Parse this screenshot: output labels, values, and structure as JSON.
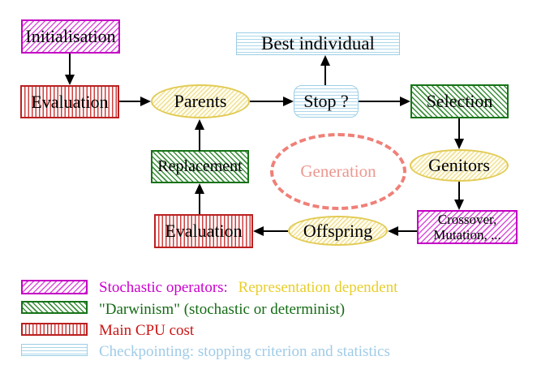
{
  "diagram": {
    "nodes": {
      "initialisation": {
        "label": "Initialisation"
      },
      "evaluation_top": {
        "label": "Evaluation"
      },
      "parents": {
        "label": "Parents"
      },
      "stop": {
        "label": "Stop ?"
      },
      "best_individual": {
        "label": "Best individual"
      },
      "selection": {
        "label": "Selection"
      },
      "genitors": {
        "label": "Genitors"
      },
      "crossover_mutation": {
        "line1": "Crossover,",
        "line2": "Mutation, ..."
      },
      "offspring": {
        "label": "Offspring"
      },
      "evaluation_bottom": {
        "label": "Evaluation"
      },
      "replacement": {
        "label": "Replacement"
      },
      "generation": {
        "label": "Generation"
      }
    },
    "legend": {
      "items": [
        {
          "swatch": "magenta-diagonal-hatch",
          "text": "Stochastic operators:",
          "text2": "Representation dependent"
        },
        {
          "swatch": "green-diagonal-hatch",
          "text": "\"Darwinism\" (stochastic or determinist)"
        },
        {
          "swatch": "red-vertical-stripes",
          "text": "Main CPU cost"
        },
        {
          "swatch": "cyan-horizontal-stripes",
          "text": "Checkpointing: stopping criterion and statistics"
        }
      ]
    },
    "colors": {
      "magenta": "#cc00cc",
      "gold": "#e8ce2a",
      "dark_green": "#146b14",
      "red": "#cc1414",
      "light_blue": "#9fcbe8",
      "yellow_ellipse_border": "#e2cb55",
      "generation_salmon": "#ef8078",
      "arrow_black": "#000000",
      "background": "#ffffff"
    }
  }
}
